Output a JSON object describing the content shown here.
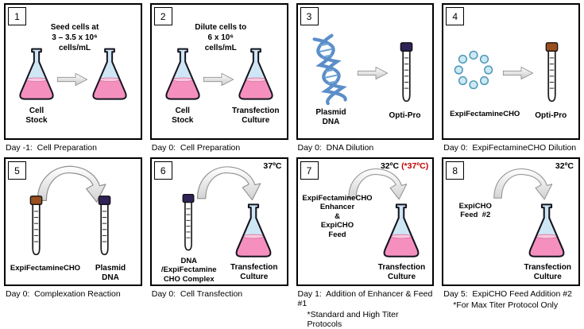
{
  "page": {
    "background": "#ffffff"
  },
  "panels": [
    {
      "number": "1",
      "arrow_label": "Seed cells at\n3 – 3.5 x 10⁶\ncells/mL",
      "left_label": "Cell\nStock",
      "caption": "Day -1:  Cell Preparation"
    },
    {
      "number": "2",
      "arrow_label": "Dilute cells to\n6 x 10⁶\ncells/mL",
      "left_label": "Cell\nStock",
      "right_label": "Transfection\nCulture",
      "caption": "Day 0:  Cell Preparation"
    },
    {
      "number": "3",
      "left_label": "Plasmid\nDNA",
      "right_label": "Opti-Pro",
      "caption": "Day 0:  DNA Dilution"
    },
    {
      "number": "4",
      "left_label": "ExpiFectamineCHO",
      "right_label": "Opti-Pro",
      "caption": "Day 0:  ExpiFectamineCHO Dilution"
    },
    {
      "number": "5",
      "left_label": "ExpiFectamineCHO",
      "right_label": "Plasmid\nDNA",
      "caption": "Day 0:  Complexation Reaction"
    },
    {
      "number": "6",
      "temp": "37ºC",
      "left_label": "DNA\n/ExpiFectamine\nCHO Complex",
      "right_label": "Transfection\nCulture",
      "caption": "Day 0:  Cell Transfection"
    },
    {
      "number": "7",
      "temp": "32ºC",
      "temp_alt": "(*37ºC)",
      "left_text": "ExpiFectamineCHO\nEnhancer\n&\nExpiCHO\nFeed",
      "right_label": "Transfection\nCulture",
      "caption": "Day 1:  Addition of Enhancer & Feed #1",
      "caption2": "*Standard and High Titer Protocols"
    },
    {
      "number": "8",
      "temp": "32ºC",
      "left_text": "ExpiCHO\nFeed  #2",
      "right_label": "Transfection\nCulture",
      "caption": "Day 5:  ExpiCHO Feed Addition #2",
      "caption2": "*For Max Titer Protocol Only"
    }
  ],
  "icons": {
    "flask": "erlenmeyer-flask-icon",
    "test_tube": "test-tube-icon",
    "dna": "dna-helix-icon",
    "cluster": "reagent-particle-cluster-icon",
    "block_arrow": "block-arrow-right-icon",
    "curved_arrow": "curved-arrow-icon"
  },
  "colors": {
    "panel_border": "#000000",
    "flask_body_blue": "#cfe6f4",
    "flask_liquid_pink": "#f590be",
    "dna_blue": "#5b8ec9",
    "cluster_fill": "#cde9f2",
    "tube_cap_purple": "#2f2357",
    "tube_cap_brown": "#9a4f1e",
    "temp_alt_red": "#c00000"
  }
}
